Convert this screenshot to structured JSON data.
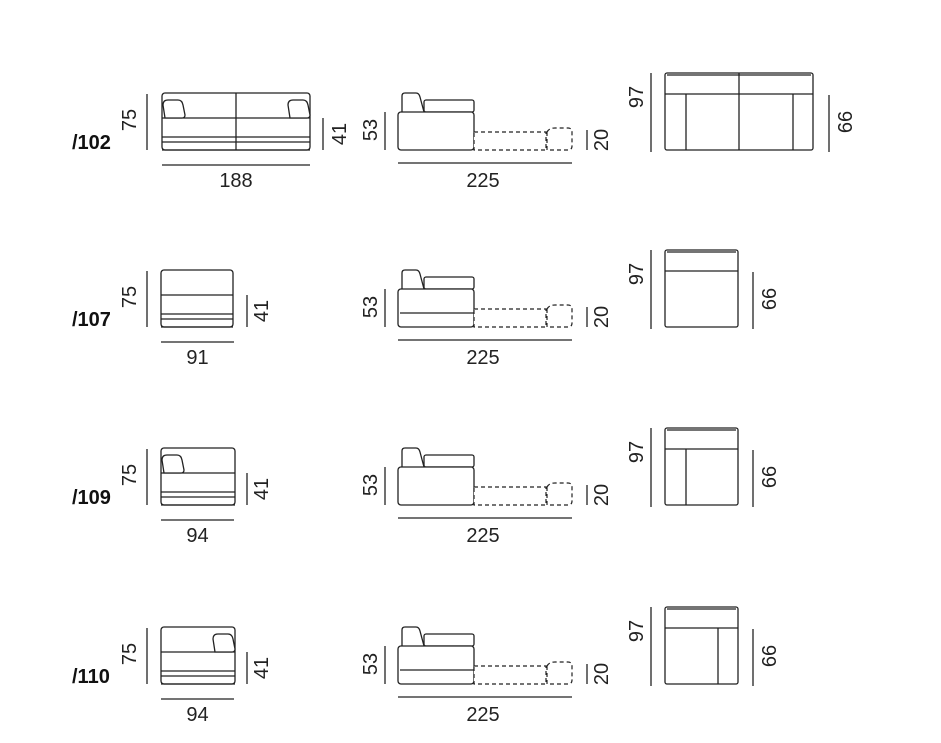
{
  "modules": [
    {
      "code": "/102",
      "height": "75",
      "seat_height": "41",
      "width": "188",
      "side_height": "53",
      "extended_depth": "225",
      "footrest_height": "20",
      "depth": "97",
      "seat_depth": "66",
      "arms": "both"
    },
    {
      "code": "/107",
      "height": "75",
      "seat_height": "41",
      "width": "91",
      "side_height": "53",
      "extended_depth": "225",
      "footrest_height": "20",
      "depth": "97",
      "seat_depth": "66",
      "arms": "none"
    },
    {
      "code": "/109",
      "height": "75",
      "seat_height": "41",
      "width": "94",
      "side_height": "53",
      "extended_depth": "225",
      "footrest_height": "20",
      "depth": "97",
      "seat_depth": "66",
      "arms": "left"
    },
    {
      "code": "/110",
      "height": "75",
      "seat_height": "41",
      "width": "94",
      "side_height": "53",
      "extended_depth": "225",
      "footrest_height": "20",
      "depth": "97",
      "seat_depth": "66",
      "arms": "right"
    }
  ]
}
